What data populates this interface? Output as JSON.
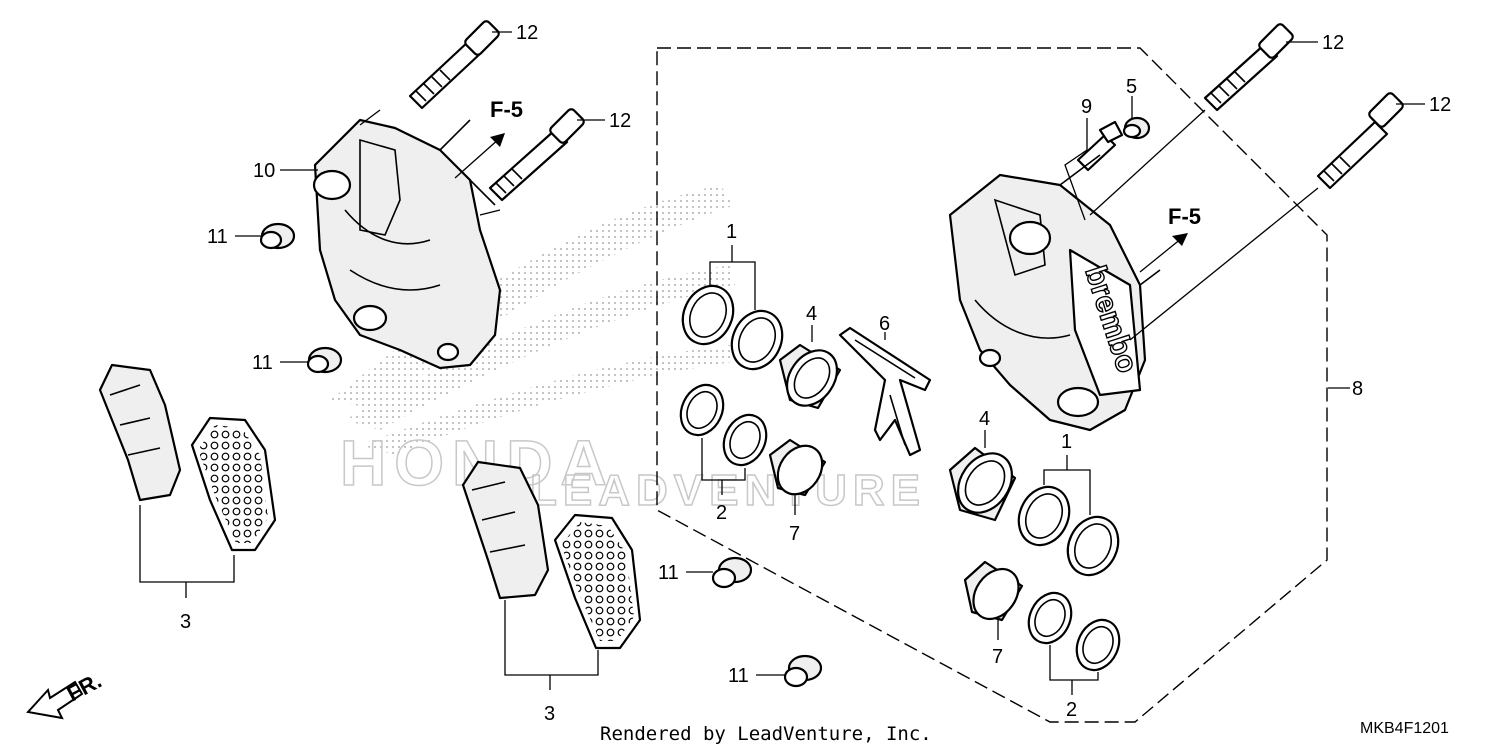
{
  "diagram": {
    "callouts": {
      "bolt_top_left": "12",
      "bolt_mid_left": "12",
      "bolt_top_right": "12",
      "bolt_mid_right": "12",
      "caliper_left": "10",
      "collar_left_upper": "11",
      "collar_left_lower": "11",
      "collar_center_a": "11",
      "collar_center_b": "11",
      "pads_left": "3",
      "pads_center": "3",
      "seal_kit_upper": "1",
      "seal_kit_lower": "1",
      "seal_small_upper": "2",
      "seal_small_lower": "2",
      "piston_large_upper": "4",
      "piston_large_lower": "4",
      "spring": "6",
      "piston_small_upper": "7",
      "piston_small_lower": "7",
      "caliper_right": "8",
      "bleeder": "9",
      "cap": "5"
    },
    "forward_marks": {
      "left": "F-5",
      "right": "F-5"
    },
    "caliper_brand": "brembo",
    "direction": "FR.",
    "watermark": {
      "brand": "HONDA",
      "dealer": "LEADVENTURE"
    },
    "footer": {
      "rendered_by": "Rendered by LeadVenture, Inc.",
      "diagram_code": "MKB4F1201"
    }
  }
}
